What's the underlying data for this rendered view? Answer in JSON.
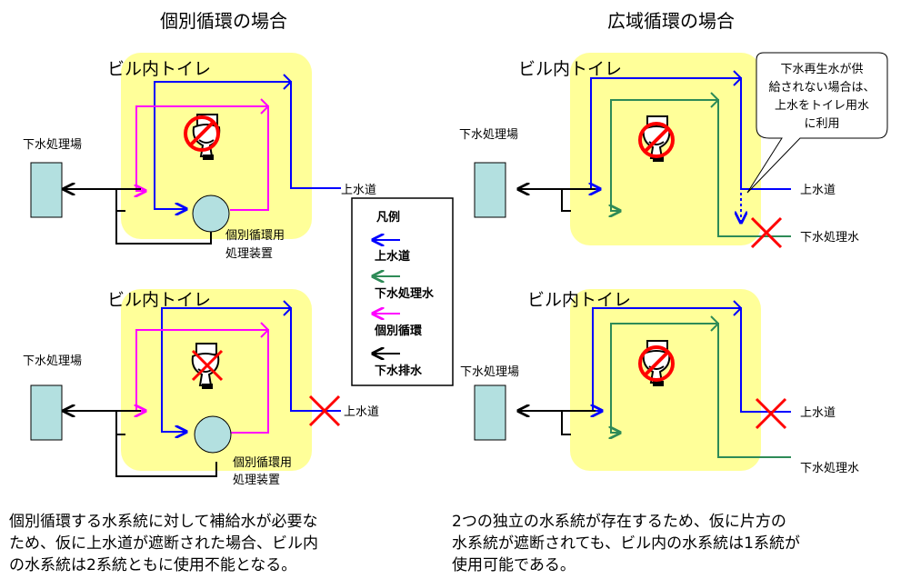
{
  "titles": {
    "left": "個別循環の場合",
    "right": "広域循環の場合"
  },
  "building_label": "ビル内トイレ",
  "labels": {
    "treatment_plant": "下水処理場",
    "city_water": "上水道",
    "treated_water": "下水処理水",
    "device_line1": "個別循環用",
    "device_line2": "処理装置"
  },
  "callout": [
    "下水再生水が供",
    "給されない場合は、",
    "上水をトイレ用水",
    "に利用"
  ],
  "legend": {
    "title": "凡例",
    "items": [
      {
        "label": "上水道",
        "color": "#0000ff"
      },
      {
        "label": "下水処理水",
        "color": "#2e8b57"
      },
      {
        "label": "個別循環",
        "color": "#ff00ff"
      },
      {
        "label": "下水排水",
        "color": "#000000"
      }
    ]
  },
  "captions": {
    "left": [
      "個別循環する水系統に対して補給水が必要な",
      "ため、仮に上水道が遮断された場合、ビル内",
      "の水系統は2系統ともに使用不能となる。"
    ],
    "right": [
      "2つの独立の水系統が存在するため、仮に片方の",
      "水系統が遮断されても、ビル内の水系統は1系統が",
      "使用可能である。"
    ]
  },
  "colors": {
    "building": "#ffff99",
    "plant": "#b3e0e0",
    "city": "#0000ff",
    "treated": "#2e8b57",
    "loop": "#ff00ff",
    "drain": "#000000",
    "cross": "#ff0000"
  }
}
